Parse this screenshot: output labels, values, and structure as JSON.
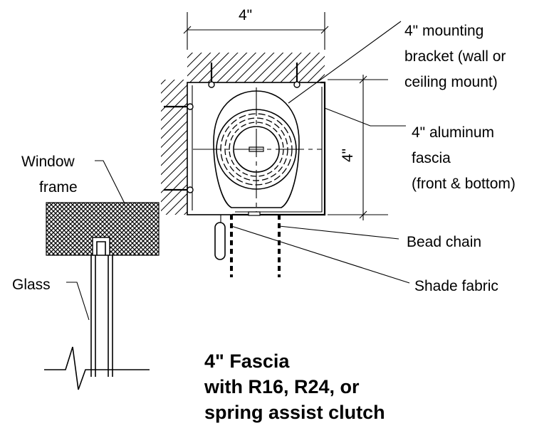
{
  "labels": {
    "width_dim": "4\"",
    "height_dim": "4\"",
    "bracket": [
      "4\" mounting",
      "bracket (wall or",
      "ceiling mount)"
    ],
    "fascia": [
      "4\" aluminum",
      "fascia",
      "(front & bottom)"
    ],
    "window_frame": [
      "Window",
      "frame"
    ],
    "glass": "Glass",
    "bead_chain": "Bead chain",
    "shade_fabric": "Shade fabric"
  },
  "title": [
    "4\" Fascia",
    "with R16, R24, or",
    "spring assist clutch"
  ]
}
